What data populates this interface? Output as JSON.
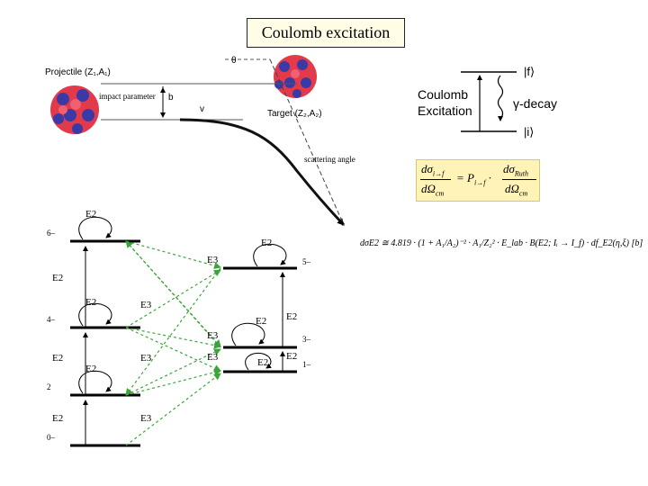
{
  "title": "Coulomb excitation",
  "scattering": {
    "projectile_label": "Projectile (Z₁,A₁)",
    "impact_parameter_label": "impact parameter",
    "b_label": "b",
    "v_label": "v",
    "theta_label": "θ",
    "target_label": "Target (Z₂,A₂)",
    "scattering_angle_label": "scattering angle"
  },
  "level_scheme": {
    "final_state": "|f⟩",
    "initial_state": "|i⟩",
    "excitation_label_1": "Coulomb",
    "excitation_label_2": "Excitation",
    "decay_label": "γ-decay"
  },
  "formula_ruth": {
    "lhs_num": "dσ",
    "lhs_sub": "i→f",
    "lhs_den": "dΩ",
    "den_sub": "cm",
    "eq": "= P",
    "p_sub": "i→f",
    "dot": "·",
    "rhs_num": "dσ",
    "rhs_sub": "Ruth",
    "rhs_den": "dΩ",
    "rhs_den_sub": "cm"
  },
  "formula_e2": {
    "text": "dσE2 ≅ 4.819 · (1 + A₁/A₂)⁻² · A₁/Z₂² · E_lab · B(E2; Iᵢ → I_f) · df_E2(η,ξ) [b]"
  },
  "left_band": {
    "levels": [
      "6–",
      "4–",
      "2",
      "0–"
    ],
    "intraband_e2": [
      "E2",
      "E2",
      "E2"
    ],
    "reorientation": [
      "E2",
      "E2",
      "E2"
    ],
    "e3_labels": [
      "E3",
      "E3",
      "E3"
    ]
  },
  "right_band": {
    "levels": [
      "5–",
      "3–",
      "1–"
    ],
    "intraband_e2": [
      "E2",
      "E2"
    ],
    "reorientation": [
      "E2",
      "E2",
      "E2"
    ],
    "e3_labels": [
      "E3",
      "E3",
      "E3"
    ]
  },
  "colors": {
    "title_bg": "#fffde6",
    "formula_bg": "#fff3b8",
    "green_arrow": "#3aa63a",
    "nucleus_red": "#e23a4a",
    "nucleus_blue": "#3a3aa6"
  }
}
